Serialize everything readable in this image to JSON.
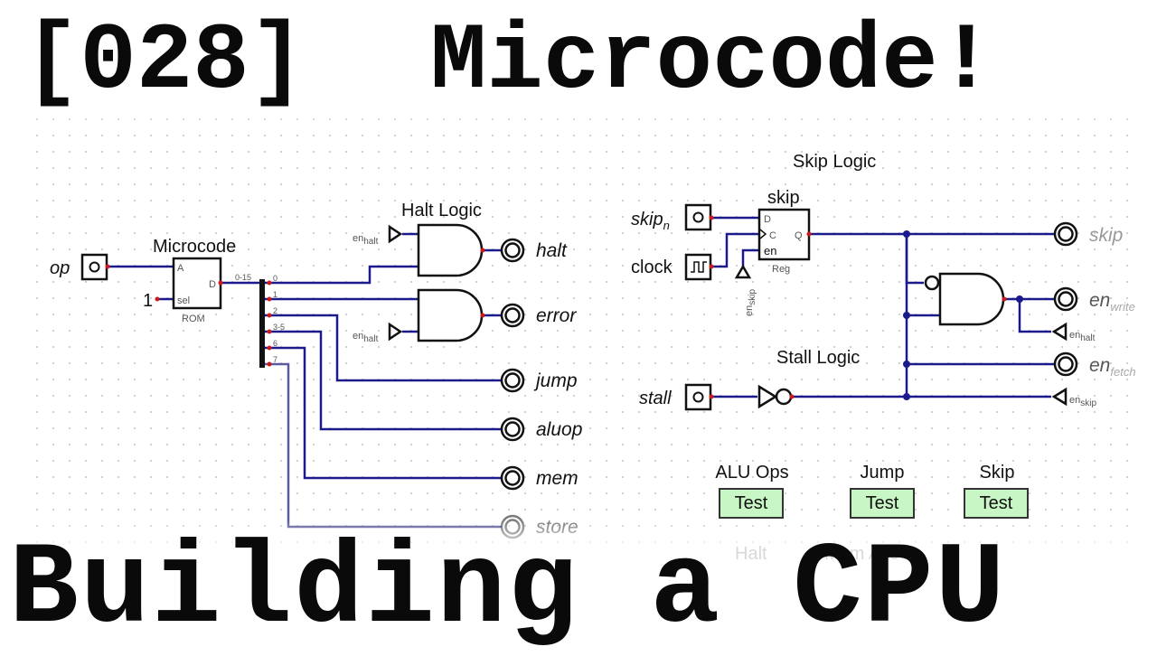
{
  "title": {
    "episode": "[028]",
    "name": "Microcode!",
    "subtitle": "Building a CPU"
  },
  "circuit": {
    "microcode_label": "Microcode",
    "rom": {
      "addr": "A",
      "data": "D",
      "sel": "sel",
      "type": "ROM"
    },
    "op_input": "op",
    "const_one": "1",
    "splitter": {
      "bus": "0-15",
      "bits": [
        "0",
        "1",
        "2",
        "3-5",
        "6",
        "7"
      ]
    },
    "halt_logic_label": "Halt Logic",
    "en_halt": "en",
    "en_halt_sub": "halt",
    "outputs": [
      "halt",
      "error",
      "jump",
      "aluop",
      "mem",
      "store"
    ],
    "skip_logic_label": "Skip Logic",
    "reg": {
      "name": "skip",
      "d": "D",
      "c": "C",
      "en": "en",
      "q": "Q",
      "type": "Reg"
    },
    "skip_n": "skip",
    "skip_n_sub": "n",
    "clock": "clock",
    "en_skip": "en",
    "en_skip_sub": "skip",
    "skip_out": "skip",
    "en_write": "en",
    "en_write_sub": "write",
    "en_fetch": "en",
    "en_fetch_sub": "fetch",
    "stall_logic_label": "Stall Logic",
    "stall": "stall"
  },
  "test_buttons": [
    {
      "caption": "ALU Ops",
      "label": "Test"
    },
    {
      "caption": "Jump",
      "label": "Test"
    },
    {
      "caption": "Skip",
      "label": "Test"
    }
  ],
  "ghost_labels": [
    "Halt",
    "Mem Acc"
  ],
  "colors": {
    "wire": "#1a1a8c",
    "pin": "#cc1a1a",
    "button_fill": "#c8f7c5"
  }
}
